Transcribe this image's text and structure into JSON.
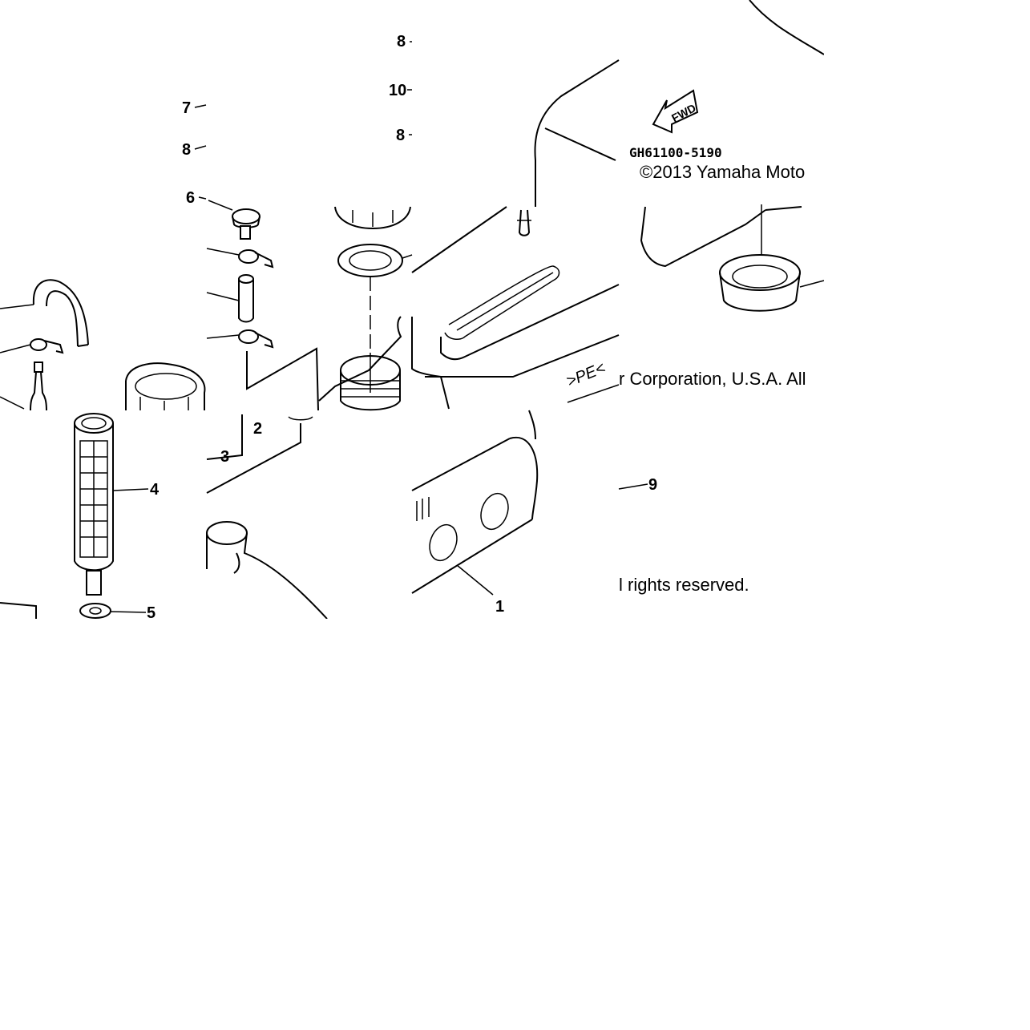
{
  "diagram": {
    "part_code": "GH61100-5190",
    "fwd_arrow_label": "FWD",
    "pe_marking": ">PE<",
    "callouts": [
      {
        "label": "8"
      },
      {
        "label": "10"
      },
      {
        "label": "7"
      },
      {
        "label": "8"
      },
      {
        "label": "8"
      },
      {
        "label": "6"
      },
      {
        "label": "2"
      },
      {
        "label": "3"
      },
      {
        "label": "4"
      },
      {
        "label": "5"
      },
      {
        "label": "9"
      },
      {
        "label": "1"
      }
    ]
  },
  "copyright": {
    "line1": "©2013 Yamaha Moto",
    "line2": "r Corporation, U.S.A. All",
    "line3": "l rights reserved."
  }
}
